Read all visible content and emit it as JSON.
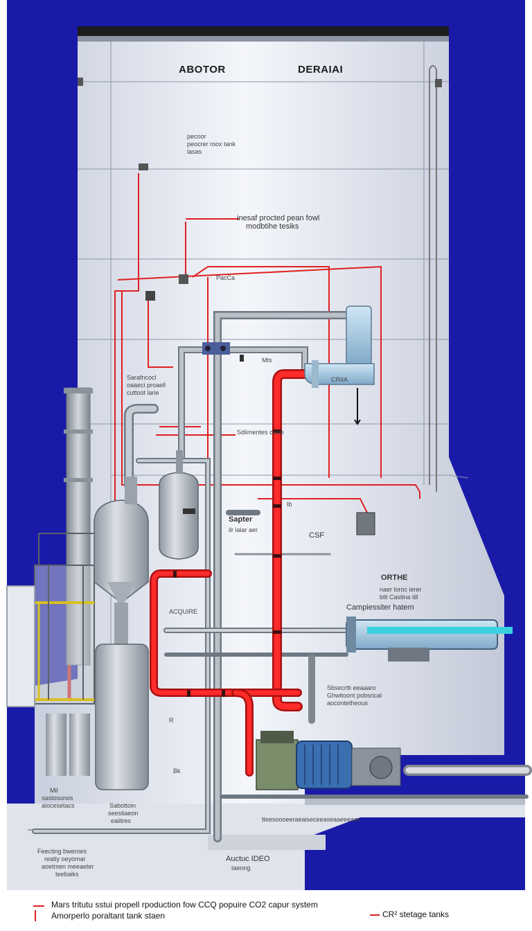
{
  "header": {
    "left_title": "ABOTOR",
    "right_title": "DERAIAI"
  },
  "labels": {
    "tank": [
      "pecoor",
      "peocrer roox tank",
      "lasas"
    ],
    "process": [
      "inesaf procted pean fowl",
      "modbtihe tesiks"
    ],
    "pacc": "PacCa",
    "mts": "Mts",
    "cria": "CRIIA",
    "saraf": [
      "Sarafncocl",
      "oaaeci proaell",
      "cuttoot larie"
    ],
    "sdimentes": "Sdiimentes  casie",
    "ib": "Ib",
    "sapter": [
      "Sapter",
      "ilr iaiar aer"
    ],
    "csf": "CSF",
    "orthe": [
      "ORTHE",
      "naer loroc ierer",
      "bilt Castina till"
    ],
    "compressor": "Campiessiter hatem",
    "acquire": "ACQUIRE",
    "storage_desc": [
      "Sbsecrtti eeaaaro",
      "Ghwitoont pobsrical",
      "aocontetheous"
    ],
    "left_notes": [
      "Mil",
      "sastosunos",
      "aiocesetacs"
    ],
    "selector": [
      "Sabottoin",
      "seestiaeon",
      "eaiitres"
    ],
    "feeding": [
      "Feecting bweroes",
      "reatiy oeyomar",
      "aoetmen meeaeter",
      "teebaiks"
    ],
    "bottom_note": "tteesoooeeraeaiseceeaseaaeeeaes",
    "pump": [
      "Auctuc   IDEO",
      "taenng"
    ],
    "bk": "Bk",
    "r": "R"
  },
  "legend": {
    "line1": "Mars tritutu sstui propell rpoduction fow CCQ popuire CO2 capur system",
    "line2": "Amorperlo poraltant tank staen",
    "line3": "CR² stetage tanks"
  },
  "colors": {
    "background": "#1a1aa8",
    "building": "#e4e8f3",
    "pipe_gray": "#9aa3ad",
    "pipe_red": "#e02020",
    "annotation_red": "#e02020",
    "tank": "#b8bec6",
    "compressor": "#8fb8d8",
    "motor": "#3a6fb0",
    "accent_yellow": "#d8c020"
  },
  "icons": [
    "pressure-vessel-icon",
    "compressor-icon",
    "pump-motor-icon",
    "valve-icon",
    "storage-tank-icon"
  ]
}
